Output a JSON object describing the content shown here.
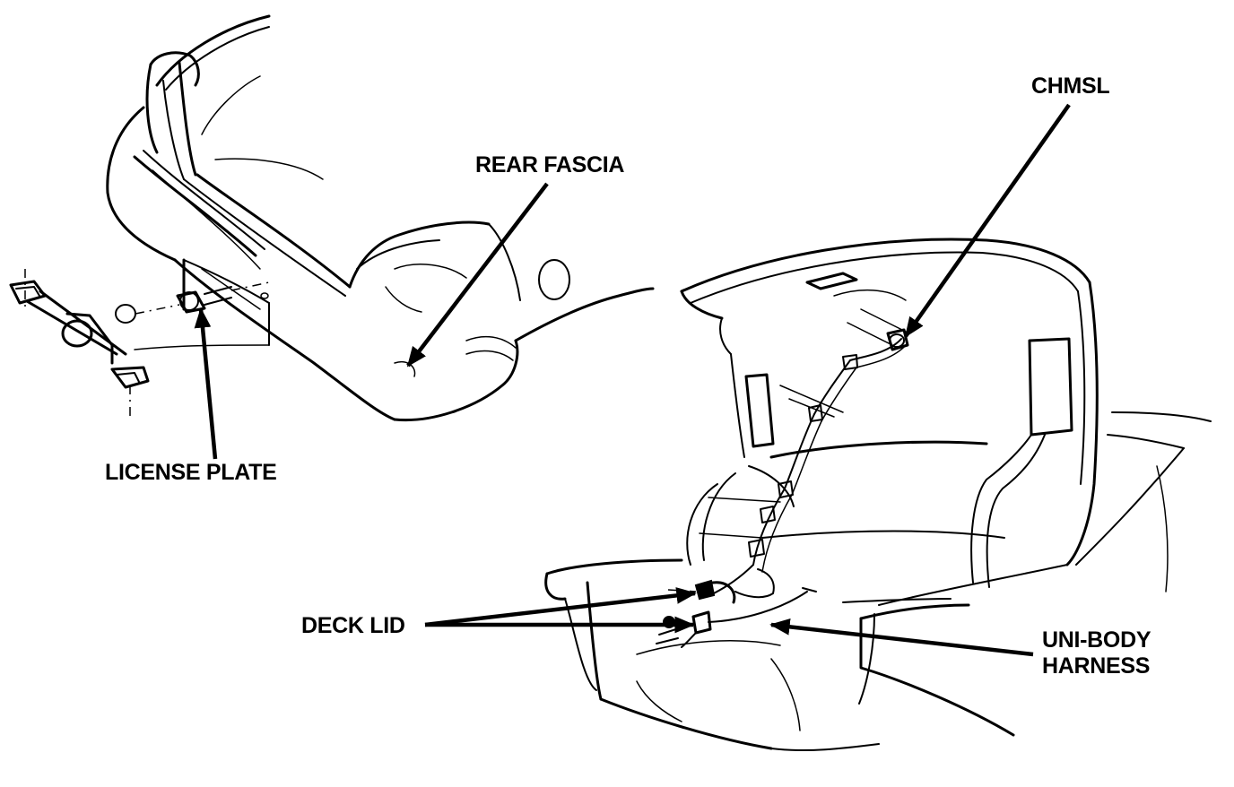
{
  "labels": {
    "rear_fascia": "REAR FASCIA",
    "license_plate": "LICENSE PLATE",
    "chmsl": "CHMSL",
    "deck_lid": "DECK LID",
    "unibody_line1": "UNI-BODY",
    "unibody_line2": "HARNESS"
  }
}
